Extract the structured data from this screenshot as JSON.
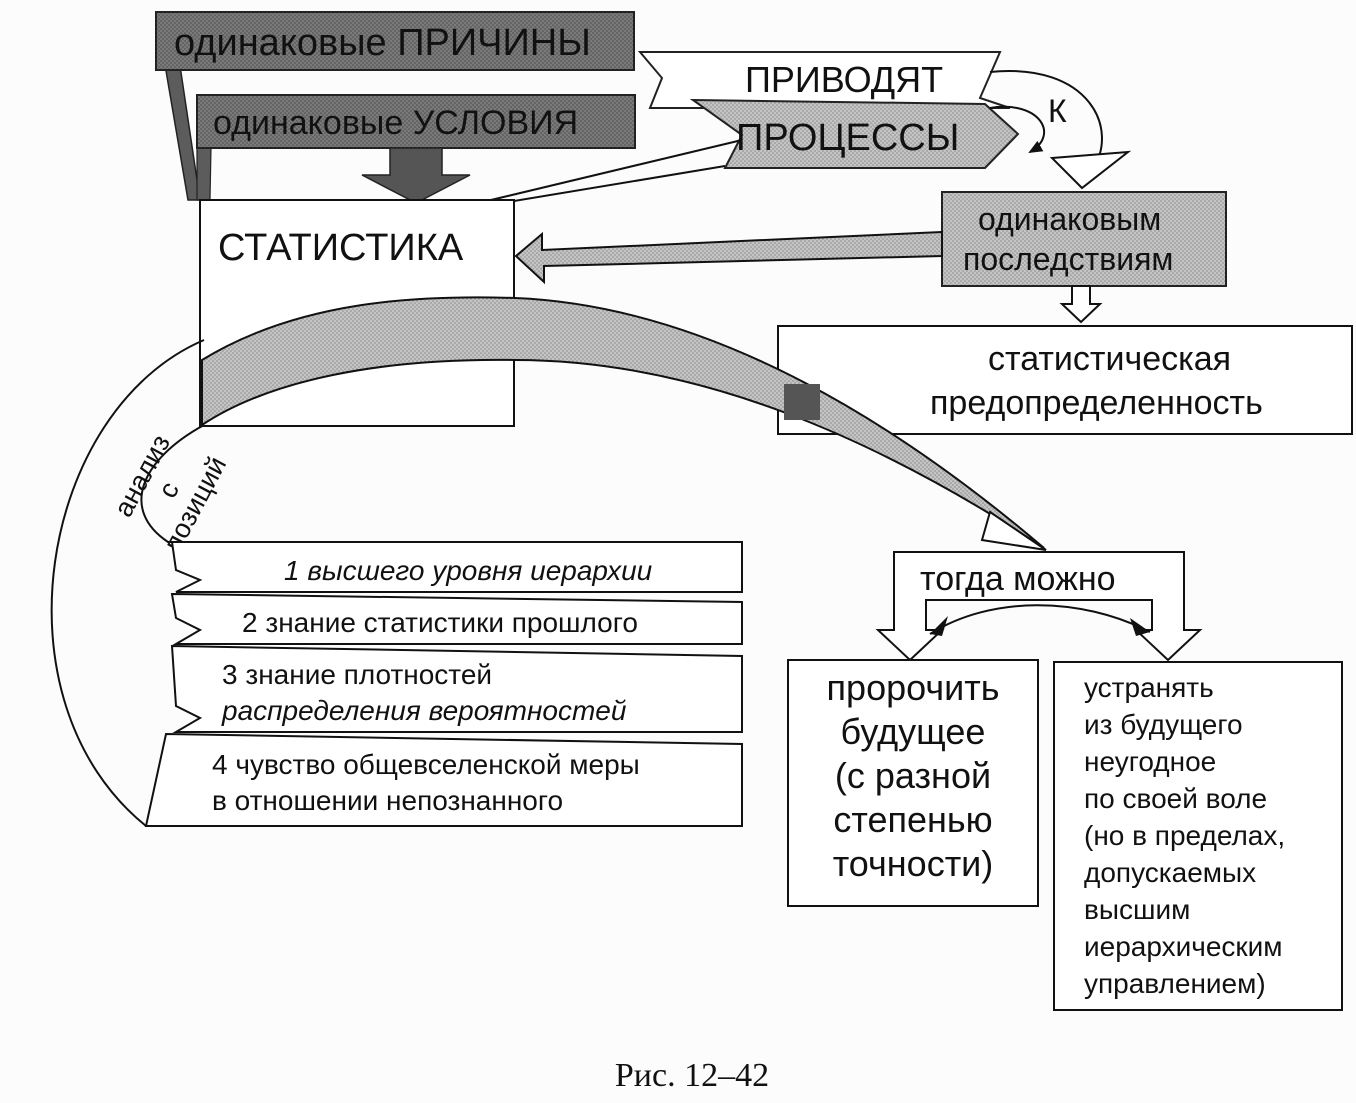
{
  "causes": "одинаковые ПРИЧИНЫ",
  "conditions": "одинаковые УСЛОВИЯ",
  "lead": "ПРИВОДЯТ",
  "to": "К",
  "processes": "ПРОЦЕССЫ",
  "statistics": "СТАТИСТИКА",
  "consequences": [
    "одинаковым",
    "последствиям"
  ],
  "predetermination": [
    "статистическая",
    "предопределенность"
  ],
  "analysis": [
    "анализ",
    "с",
    "позиций"
  ],
  "positions": [
    [
      "1 высшего уровня иерархии"
    ],
    [
      "2 знание статистики прошлого"
    ],
    [
      "3 знание плотностей",
      "распределения вероятностей"
    ],
    [
      "4 чувство общевселенской меры",
      "в отношении непознанного"
    ]
  ],
  "then_can": "тогда можно",
  "prophesy": [
    "пророчить",
    "будущее",
    "(с разной",
    "степенью",
    "точности)"
  ],
  "eliminate": [
    "устранять",
    "из будущего",
    "неугодное",
    "по своей воле",
    "(но в пределах,",
    "допускаемых",
    "высшим",
    "иерархическим",
    "управлением)"
  ],
  "caption": "Рис. 12–42",
  "colors": {
    "dark_fill": "#6f6f6f",
    "medium_fill": "#9e9e9e",
    "light_fill": "#bdbdbd",
    "stroke": "#111111"
  }
}
